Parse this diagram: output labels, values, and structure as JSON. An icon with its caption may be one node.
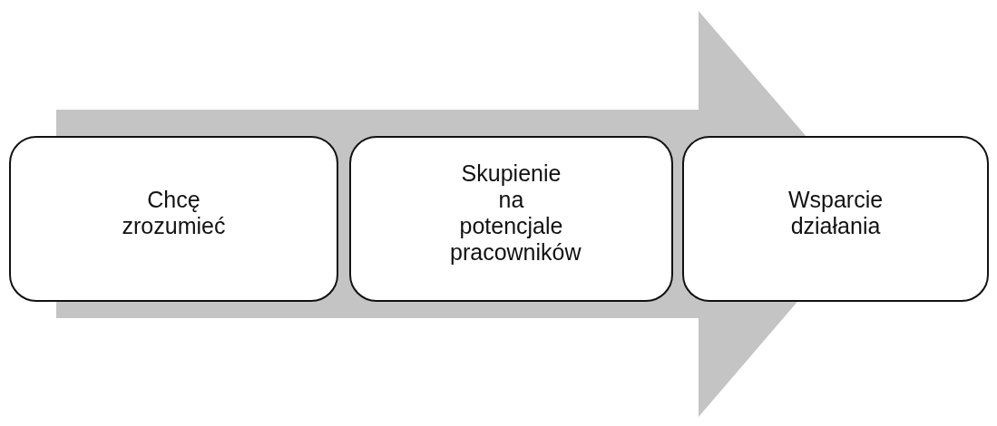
{
  "diagram": {
    "nodes": [
      {
        "text": [
          "Chcę zrozumieć"
        ]
      },
      {
        "text": [
          "Skupienie na potencjale pracowników"
        ]
      },
      {
        "text": [
          "Wsparcie działania"
        ]
      }
    ],
    "edges": [
      {
        "from": 0,
        "to": 2,
        "arrow": "to"
      }
    ]
  }
}
